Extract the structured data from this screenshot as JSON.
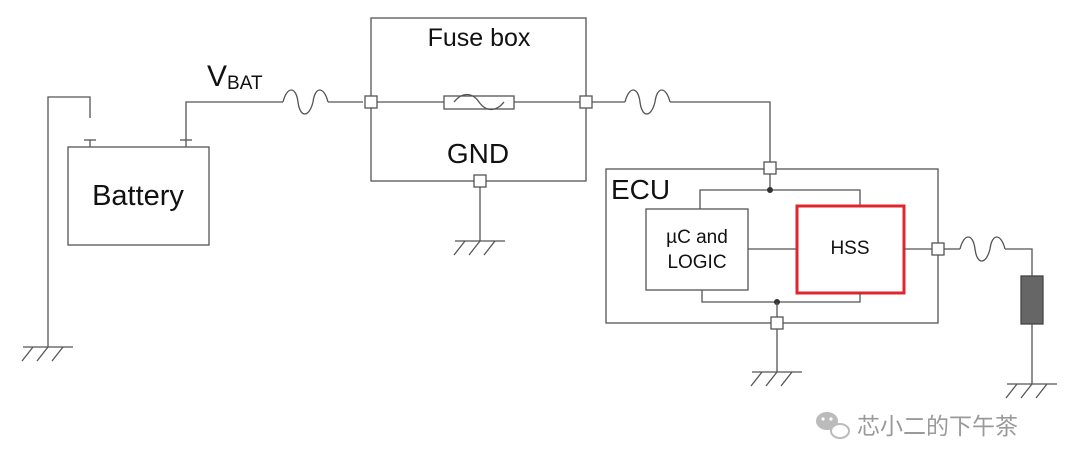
{
  "labels": {
    "vbat_main": "V",
    "vbat_sub": "BAT",
    "fuse_box": "Fuse box",
    "gnd": "GND",
    "battery": "Battery",
    "ecu": "ECU",
    "uc_line1": "µC and",
    "uc_line2": "LOGIC",
    "hss": "HSS"
  },
  "watermark": {
    "text": "芯小二的下午茶"
  },
  "colors": {
    "line": "#555555",
    "hss_highlight": "#e0262c",
    "load": "#666666",
    "text": "#111111"
  }
}
